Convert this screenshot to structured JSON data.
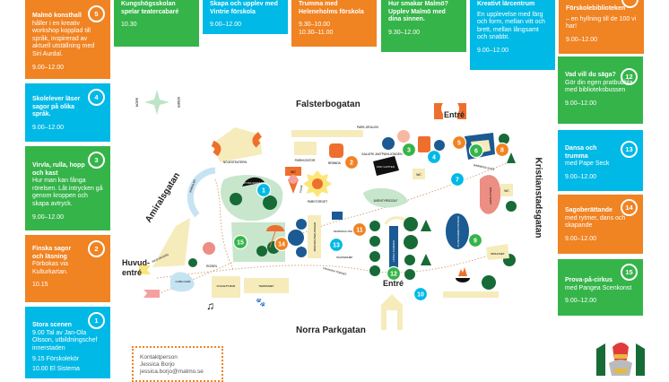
{
  "colors": {
    "orange": "#f08322",
    "blue": "#00b9e6",
    "green": "#35b44a",
    "dark_green": "#176b36",
    "navy": "#1b5a92",
    "cream": "#f6ebbb"
  },
  "left_cards": [
    {
      "number": "5",
      "title": "Malmö konsthall",
      "desc": "håller i en kreativ workshop kopplad till språk, inspirerad av aktuell utställning med Siri Aurdal.",
      "time": "9.00–12.00"
    },
    {
      "number": "4",
      "title": "Skolelever läser sagor på olika språk.",
      "desc": "",
      "time": "9.00–12.00"
    },
    {
      "number": "3",
      "title": "Virvla, rulla, hopp och kast",
      "desc": "Hur man kan fånga rörelsen. Låt intrycken gå genom kroppen och skapa avtryck.",
      "time": "9.00–12.00"
    },
    {
      "number": "2",
      "title": "Finska sagor och läsning",
      "desc": "Förbokas via Kulturkartan.",
      "time": "10.15"
    },
    {
      "number": "1",
      "title": "Stora scenen",
      "desc": "9.00 Tal av Jan-Ola Olsson, utbildningschef innerstaden",
      "time": "9.15 Förskolekör\n10.00 El Sistema"
    }
  ],
  "top_cards": [
    {
      "title": "Kungshögsskolan spelar teatercabaré",
      "desc": "",
      "time": "10.30"
    },
    {
      "title": "Skapa och upplev med Vintrie förskola",
      "desc": "",
      "time": "9.00–12.00"
    },
    {
      "title": "Trumma med Heleneholms förskola",
      "desc": "",
      "time": "9.30–10.00\n10.30–11.00"
    },
    {
      "title": "Hur smakar Malmö? Upplev Malmö med dina sinnen.",
      "desc": "",
      "time": "9.30–12.00"
    },
    {
      "title": "Kreativt lärcentrum",
      "desc": "En upplevelse med färg och form, mellan vitt och brett, mellan långsamt och snabbt.",
      "time": "9.00–12.00"
    },
    {
      "title": "Förskolebiblioteken",
      "desc": "– en hyllning till de 100 vi har!",
      "time": "9.00–12.00"
    }
  ],
  "right_cards": [
    {
      "number": "12",
      "title": "Vad vill du säga?",
      "desc": "Gör din egen pratbubbla med biblioteksbussen",
      "time": "9.00–12.00"
    },
    {
      "number": "13",
      "title": "Dansa och trumma",
      "desc": "med Pape Seck",
      "time": "9.00–12.00"
    },
    {
      "number": "14",
      "title": "Sagoberättande",
      "desc": "med rytmer, dans och skapande",
      "time": "9.00–12.00"
    },
    {
      "number": "15",
      "title": "Prova-på-cirkus",
      "desc": "med Pangea Scenkonst",
      "time": "9.00–12.00"
    }
  ],
  "map": {
    "streets": {
      "north": "Falsterbogatan",
      "south": "Norra Parkgatan",
      "west": "Amiralsgatan",
      "east": "Kristianstadsgatan"
    },
    "entrances": {
      "top": "Entré",
      "bottom": "Entré",
      "main": "Huvud-\nentré"
    },
    "compass": {
      "north": "NORR",
      "south": "SÖDER"
    },
    "places": [
      "NÖJESTEATERN",
      "STORA SCENEN",
      "AMIRALEN",
      "PARKKONTOR",
      "WC",
      "KIOSK",
      "PARKTORGET",
      "BRÄNDA",
      "GALLERI JAKTPAVILJONGEN",
      "PARK-GRILLEN",
      "FAR I HATTEN",
      "ÄVENTYRSGOLF",
      "BARNENS SCEN",
      "LEKPLATSEN",
      "MORISKA PAVILJONGEN",
      "MORISKA UTESCEN",
      "SKATERAMP",
      "LÅNGA DAMMEN",
      "PLASKDAMMEN FISKBANA",
      "RIDHUSET",
      "INFOVÄGGEN",
      "ROSEN",
      "CUBA CAFÉ",
      "FOLKETS BAR",
      "TERRARIET",
      "FRANSKA TORGET"
    ],
    "markers": [
      {
        "n": "1",
        "color": "blue"
      },
      {
        "n": "2",
        "color": "orange"
      },
      {
        "n": "3",
        "color": "green"
      },
      {
        "n": "4",
        "color": "blue"
      },
      {
        "n": "5",
        "color": "orange"
      },
      {
        "n": "6",
        "color": "green"
      },
      {
        "n": "7",
        "color": "blue"
      },
      {
        "n": "8",
        "color": "orange"
      },
      {
        "n": "9",
        "color": "green"
      },
      {
        "n": "10",
        "color": "blue"
      },
      {
        "n": "11",
        "color": "orange"
      },
      {
        "n": "12",
        "color": "green"
      },
      {
        "n": "13",
        "color": "blue"
      },
      {
        "n": "14",
        "color": "orange"
      },
      {
        "n": "15",
        "color": "green"
      }
    ]
  },
  "contact": {
    "label": "Kontaktperson",
    "name": "Jessica Borjo",
    "email": "jessica.borjo@malmo.se"
  }
}
